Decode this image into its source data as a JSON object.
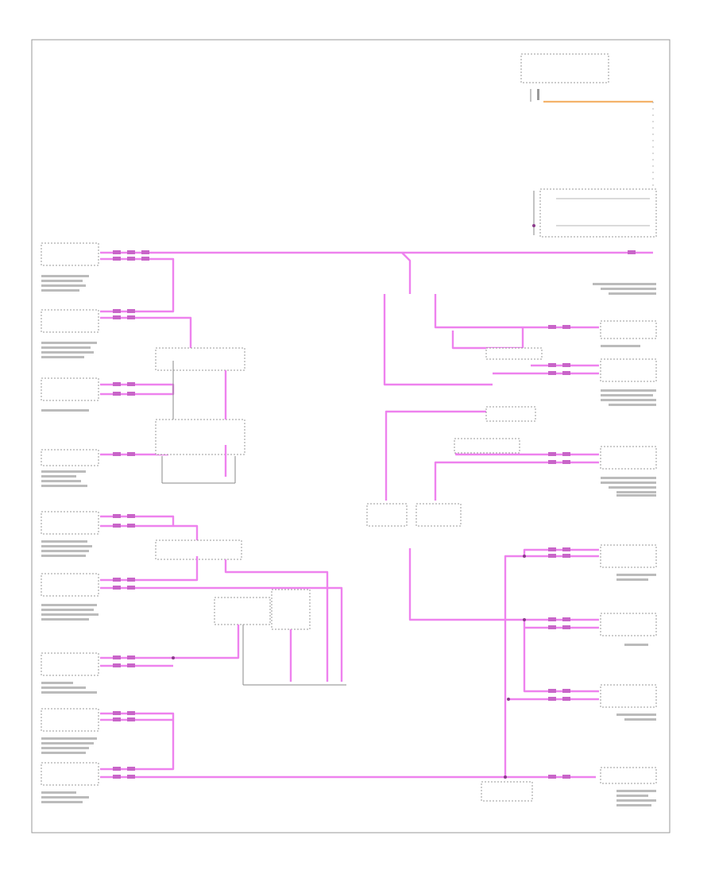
{
  "footer": {
    "code": ""
  },
  "colors": {
    "wire_data": "#ee82ee",
    "wire_power": "#f4b36b",
    "frame": "#9a9a9a"
  },
  "modules_left": [
    {
      "id": "m1",
      "name": ""
    },
    {
      "id": "m2",
      "name": ""
    },
    {
      "id": "m3",
      "name": ""
    },
    {
      "id": "m4",
      "name": ""
    },
    {
      "id": "m5",
      "name": ""
    },
    {
      "id": "m6",
      "name": ""
    },
    {
      "id": "m7",
      "name": ""
    },
    {
      "id": "m8",
      "name": ""
    },
    {
      "id": "m9",
      "name": ""
    }
  ],
  "modules_right": [
    {
      "id": "r1",
      "name": ""
    },
    {
      "id": "r2",
      "name": ""
    },
    {
      "id": "r3",
      "name": ""
    },
    {
      "id": "r4",
      "name": ""
    },
    {
      "id": "r5",
      "name": ""
    },
    {
      "id": "r6",
      "name": ""
    },
    {
      "id": "r7",
      "name": ""
    }
  ]
}
